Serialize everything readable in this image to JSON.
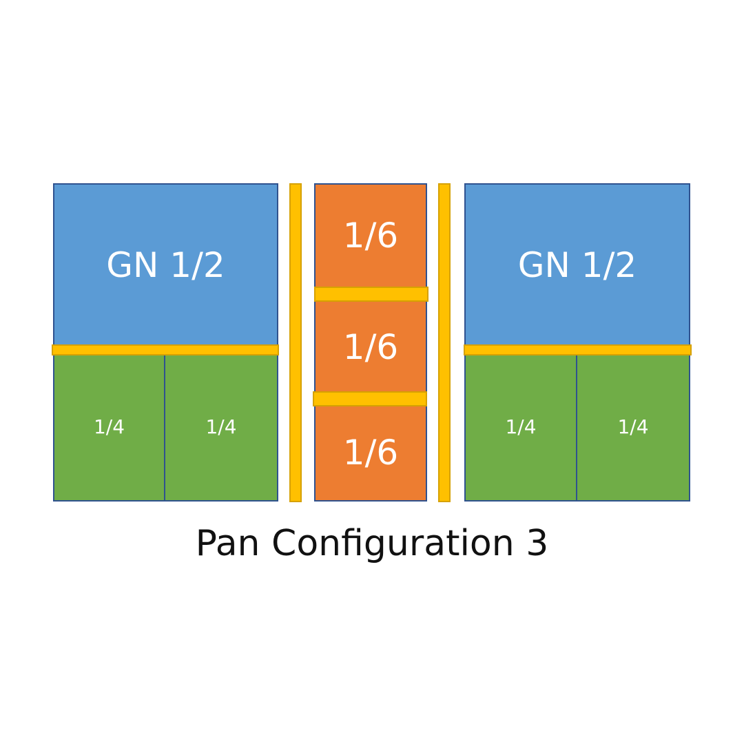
{
  "colors": {
    "half_pan": "#5b9bd5",
    "quarter_pan": "#70ad47",
    "sixth_pan": "#ed7d31",
    "divider_bar": "#ffc000",
    "pan_border": "#2f528f"
  },
  "left_group": {
    "half_label": "GN 1/2",
    "quarter_left_label": "1/4",
    "quarter_right_label": "1/4"
  },
  "center_group": {
    "sixth_top_label": "1/6",
    "sixth_middle_label": "1/6",
    "sixth_bottom_label": "1/6"
  },
  "right_group": {
    "half_label": "GN 1/2",
    "quarter_left_label": "1/4",
    "quarter_right_label": "1/4"
  },
  "caption": "Pan Configuration 3"
}
